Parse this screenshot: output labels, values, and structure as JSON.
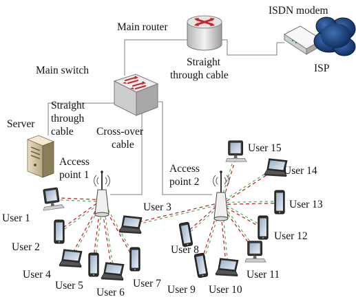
{
  "labels": {
    "main_router": "Main router",
    "isdn_modem": "ISDN modem",
    "isp": "ISP",
    "straight_through_cable_top_line1": "Straight",
    "straight_through_cable_top_line2": "through cable",
    "main_switch": "Main  switch",
    "straight_through_cable_left_line1": "Straight",
    "straight_through_cable_left_line2": "through",
    "straight_through_cable_left_line3": "cable",
    "cross_over_cable_line1": "Cross-over",
    "cross_over_cable_line2": "cable",
    "server": "Server",
    "access_point_1_line1": "Access",
    "access_point_1_line2": "point 1",
    "access_point_2_line1": "Access",
    "access_point_2_line2": "point 2"
  },
  "users": [
    {
      "id": 1,
      "label": "User 1",
      "device": "desktop"
    },
    {
      "id": 2,
      "label": "User 2",
      "device": "tablet"
    },
    {
      "id": 3,
      "label": "User 3",
      "device": "laptop"
    },
    {
      "id": 4,
      "label": "User 4",
      "device": "laptop"
    },
    {
      "id": 5,
      "label": "User 5",
      "device": "tablet"
    },
    {
      "id": 6,
      "label": "User 6",
      "device": "laptop"
    },
    {
      "id": 7,
      "label": "User 7",
      "device": "tablet"
    },
    {
      "id": 8,
      "label": "User 8",
      "device": "tablet"
    },
    {
      "id": 9,
      "label": "User 9",
      "device": "tablet"
    },
    {
      "id": 10,
      "label": "User 10",
      "device": "laptop"
    },
    {
      "id": 11,
      "label": "User 11",
      "device": "desktop"
    },
    {
      "id": 12,
      "label": "User 12",
      "device": "tablet"
    },
    {
      "id": 13,
      "label": "User 13",
      "device": "tablet"
    },
    {
      "id": 14,
      "label": "User 14",
      "device": "laptop"
    },
    {
      "id": 15,
      "label": "User 15",
      "device": "desktop"
    }
  ],
  "colors": {
    "cable": "#9a9a9a",
    "wireless_red": "#c8252b",
    "wireless_green": "#56b356",
    "cloud": "#0d3a78",
    "router_red": "#c8252b"
  }
}
